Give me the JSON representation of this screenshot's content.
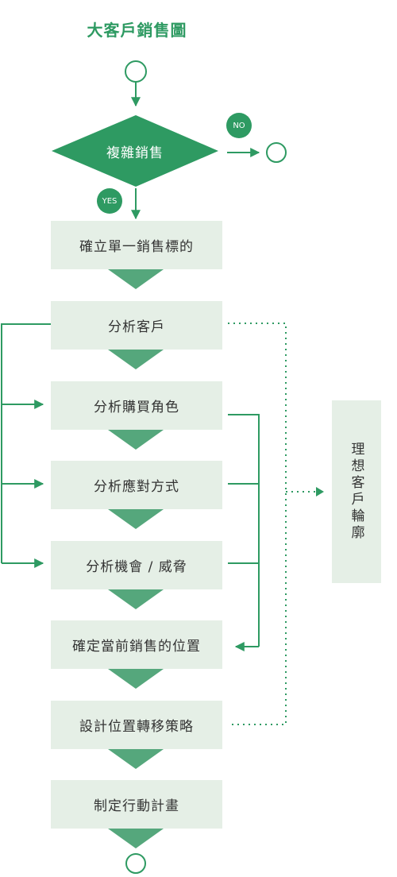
{
  "title": "大客戶銷售圖",
  "decision": {
    "label": "複雜銷售",
    "no_label": "NO",
    "yes_label": "YES"
  },
  "steps": [
    "確立單一銷售標的",
    "分析客戶",
    "分析購買角色",
    "分析應對方式",
    "分析機會 / 威脅",
    "確定當前銷售的位置",
    "設計位置轉移策略",
    "制定行動計畫"
  ],
  "side_label": "理想客戶輪廓",
  "colors": {
    "accent": "#2e9a62",
    "box_fill": "#e5efe6",
    "chevron": "#55a77c",
    "text": "#333333"
  }
}
